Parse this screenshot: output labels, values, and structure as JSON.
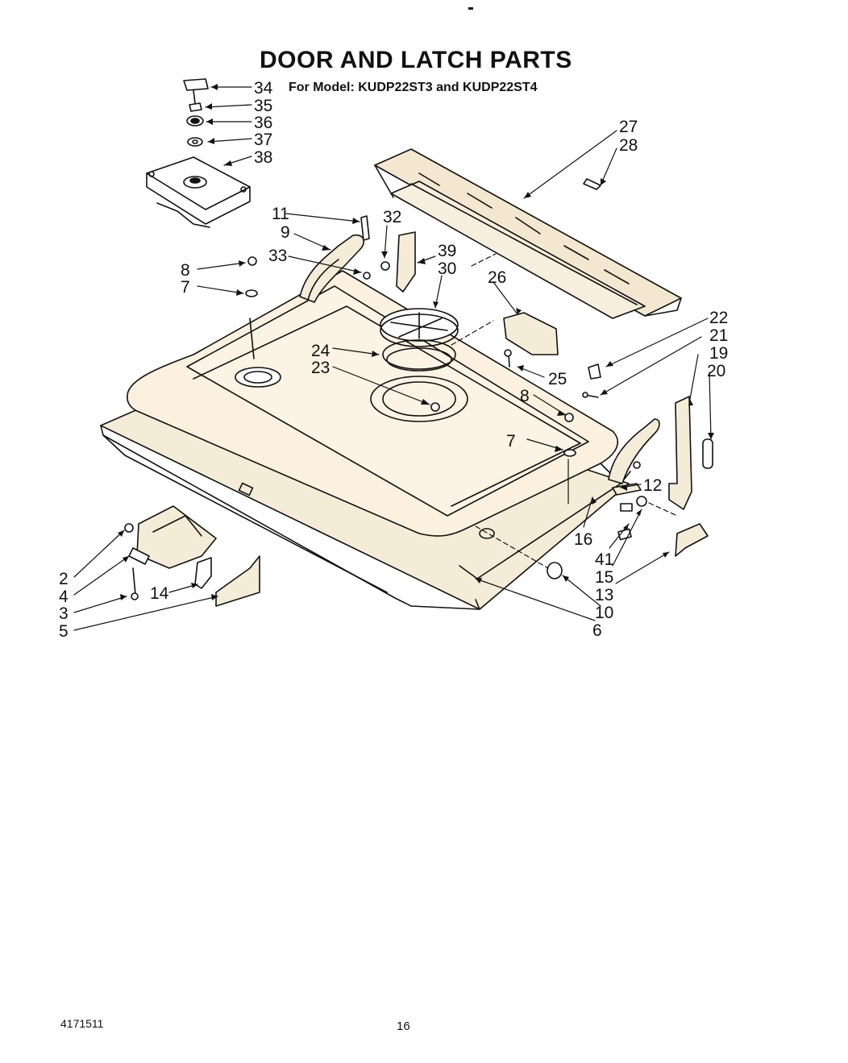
{
  "header": {
    "title": "DOOR AND LATCH PARTS",
    "subtitle": "For Model: KUDP22ST3 and KUDP22ST4"
  },
  "footer": {
    "doc_number": "4171511",
    "page_number": "16"
  },
  "callouts": [
    "34",
    "35",
    "36",
    "37",
    "38",
    "11",
    "32",
    "9",
    "33",
    "39",
    "30",
    "8",
    "7",
    "27",
    "28",
    "26",
    "22",
    "21",
    "19",
    "20",
    "24",
    "23",
    "25",
    "8",
    "7",
    "12",
    "16",
    "41",
    "15",
    "13",
    "10",
    "6",
    "2",
    "4",
    "3",
    "5",
    "14"
  ]
}
